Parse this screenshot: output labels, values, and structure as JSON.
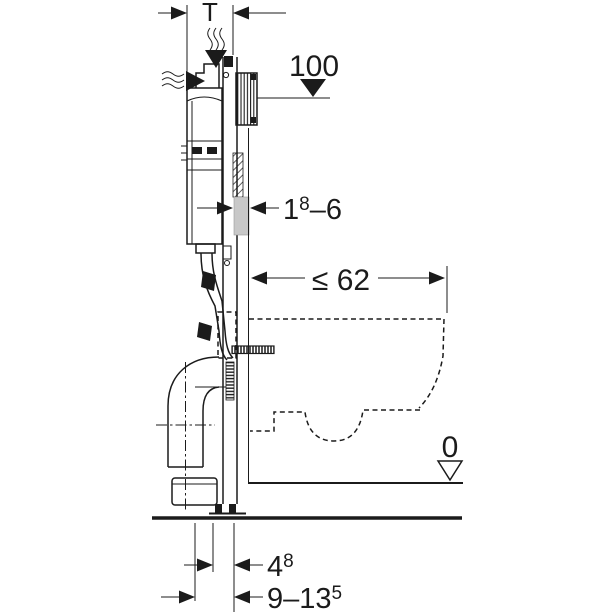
{
  "figure": {
    "description": "technical side-view installation drawing of a concealed cistern frame with wall-hung toilet",
    "labels": {
      "frame_depth": "T",
      "actuation_height": "100",
      "wall_thickness": {
        "base": "1",
        "sup": "8",
        "tail": "–6"
      },
      "bowl_depth_max": "≤ 62",
      "floor_level_zero": "0",
      "offset_48": {
        "base": "4",
        "sup": "8"
      },
      "offset_range": {
        "base": "9–13",
        "sup": "5"
      }
    },
    "colors": {
      "line": "#1b1b1b",
      "wall_fill": "#c8c8c8",
      "background": "#ffffff"
    }
  }
}
